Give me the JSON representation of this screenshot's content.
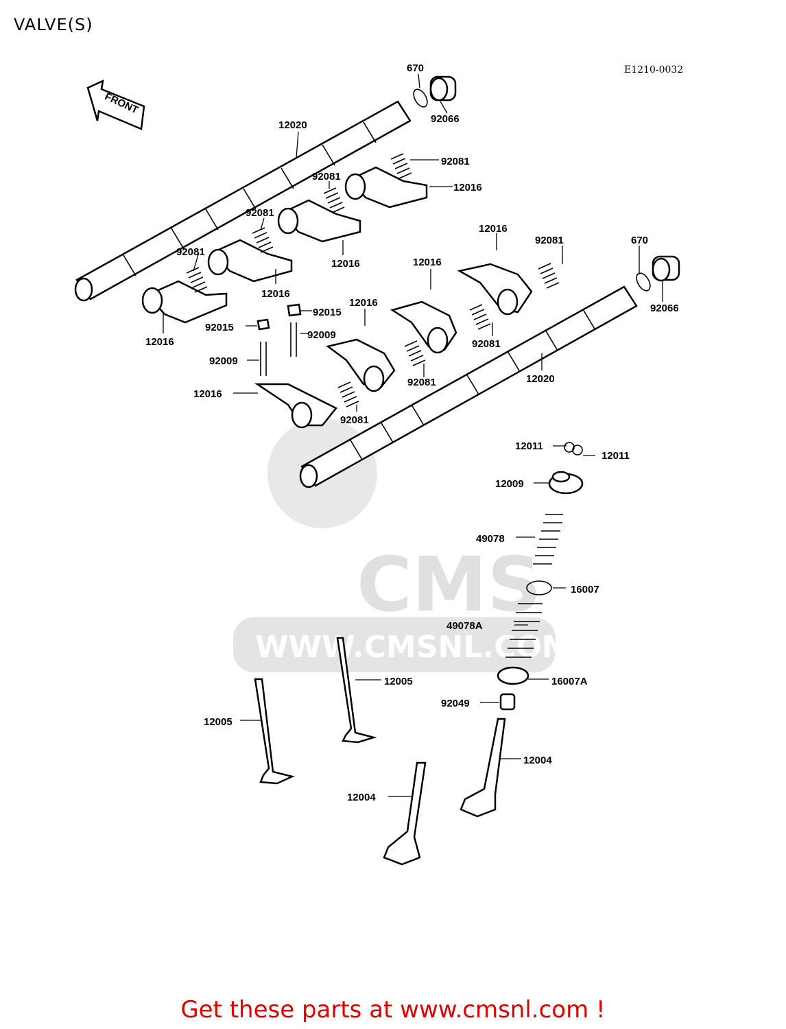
{
  "title": "VALVE(S)",
  "diagram_code": "E1210-0032",
  "front_label": "FRONT",
  "watermark": {
    "brand": "CMS",
    "url": "WWW.CMSNL.COM"
  },
  "footer": "Get these parts at www.cmsnl.com !",
  "parts": {
    "p670a": "670",
    "p92066a": "92066",
    "p12020a": "12020",
    "p92081a": "92081",
    "p12016a": "12016",
    "p92081b": "92081",
    "p92081c": "92081",
    "p12016b": "12016",
    "p92081d": "92081",
    "p12016c": "12016",
    "p12016d": "12016",
    "p12016e": "12016",
    "p92081e": "92081",
    "p670b": "670",
    "p92066b": "92066",
    "p12016f": "12016",
    "p92015a": "92015",
    "p92015b": "92015",
    "p12016g": "12016",
    "p92009a": "92009",
    "p92009b": "92009",
    "p92081f": "92081",
    "p12020b": "12020",
    "p92081g": "92081",
    "p12016h": "12016",
    "p92081h": "92081",
    "p12011a": "12011",
    "p12011b": "12011",
    "p12009": "12009",
    "p49078": "49078",
    "p16007": "16007",
    "p49078A": "49078A",
    "p12005a": "12005",
    "p16007A": "16007A",
    "p92049": "92049",
    "p12005b": "12005",
    "p12004a": "12004",
    "p12004b": "12004"
  }
}
